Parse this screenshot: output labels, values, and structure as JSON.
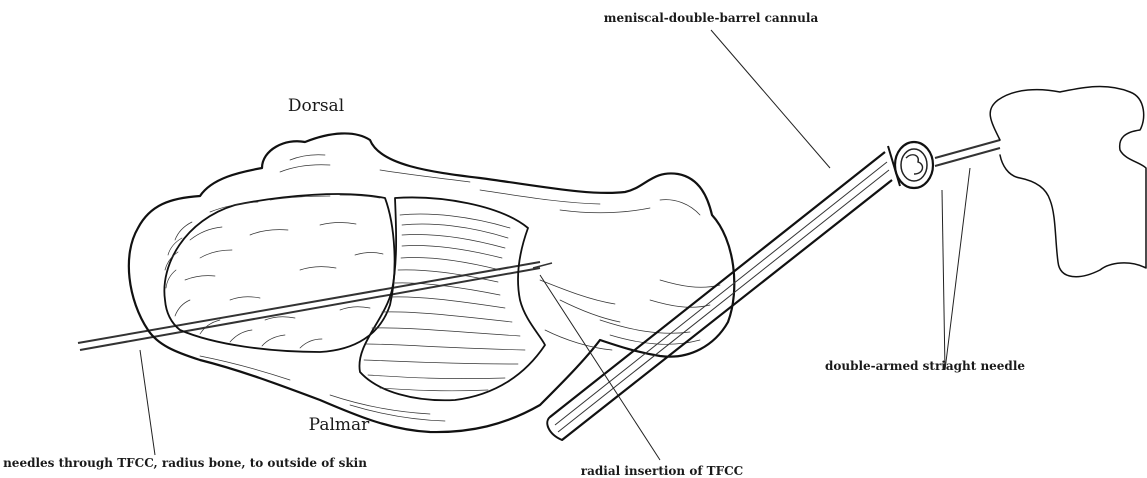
{
  "labels": {
    "dorsal": "Dorsal",
    "palmar": "Palmar",
    "cannula": "meniscal-double-barrel cannula",
    "straight_needle": "double-armed striaght needle",
    "radial_insertion": "radial insertion of TFCC",
    "needles_through": "needles through TFCC, radius bone, to outside of skin"
  }
}
